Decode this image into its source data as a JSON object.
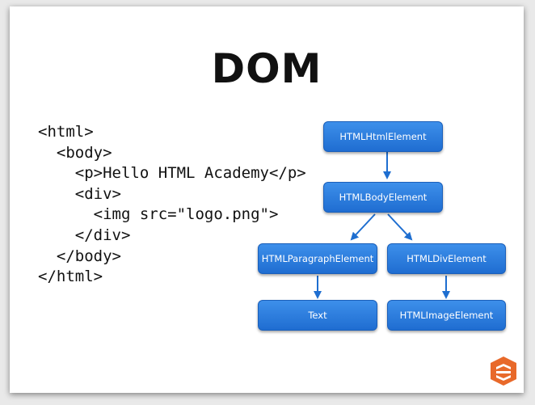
{
  "slide": {
    "title": "DOM",
    "code_lines": [
      "<html>",
      "  <body>",
      "    <p>Hello HTML Academy</p>",
      "    <div>",
      "      <img src=\"logo.png\">",
      "    </div>",
      "  </body>",
      "</html>"
    ]
  },
  "tree": {
    "html": "HTMLHtmlElement",
    "body": "HTMLBodyElement",
    "paragraph": "HTMLParagraphElement",
    "div": "HTMLDivElement",
    "text": "Text",
    "image": "HTMLImageElement"
  },
  "colors": {
    "node_fill": "#2d7fe0",
    "arrow": "#1e6ed0",
    "logo": "#e8692a"
  },
  "icons": {
    "logo": "html-academy-logo-icon"
  }
}
